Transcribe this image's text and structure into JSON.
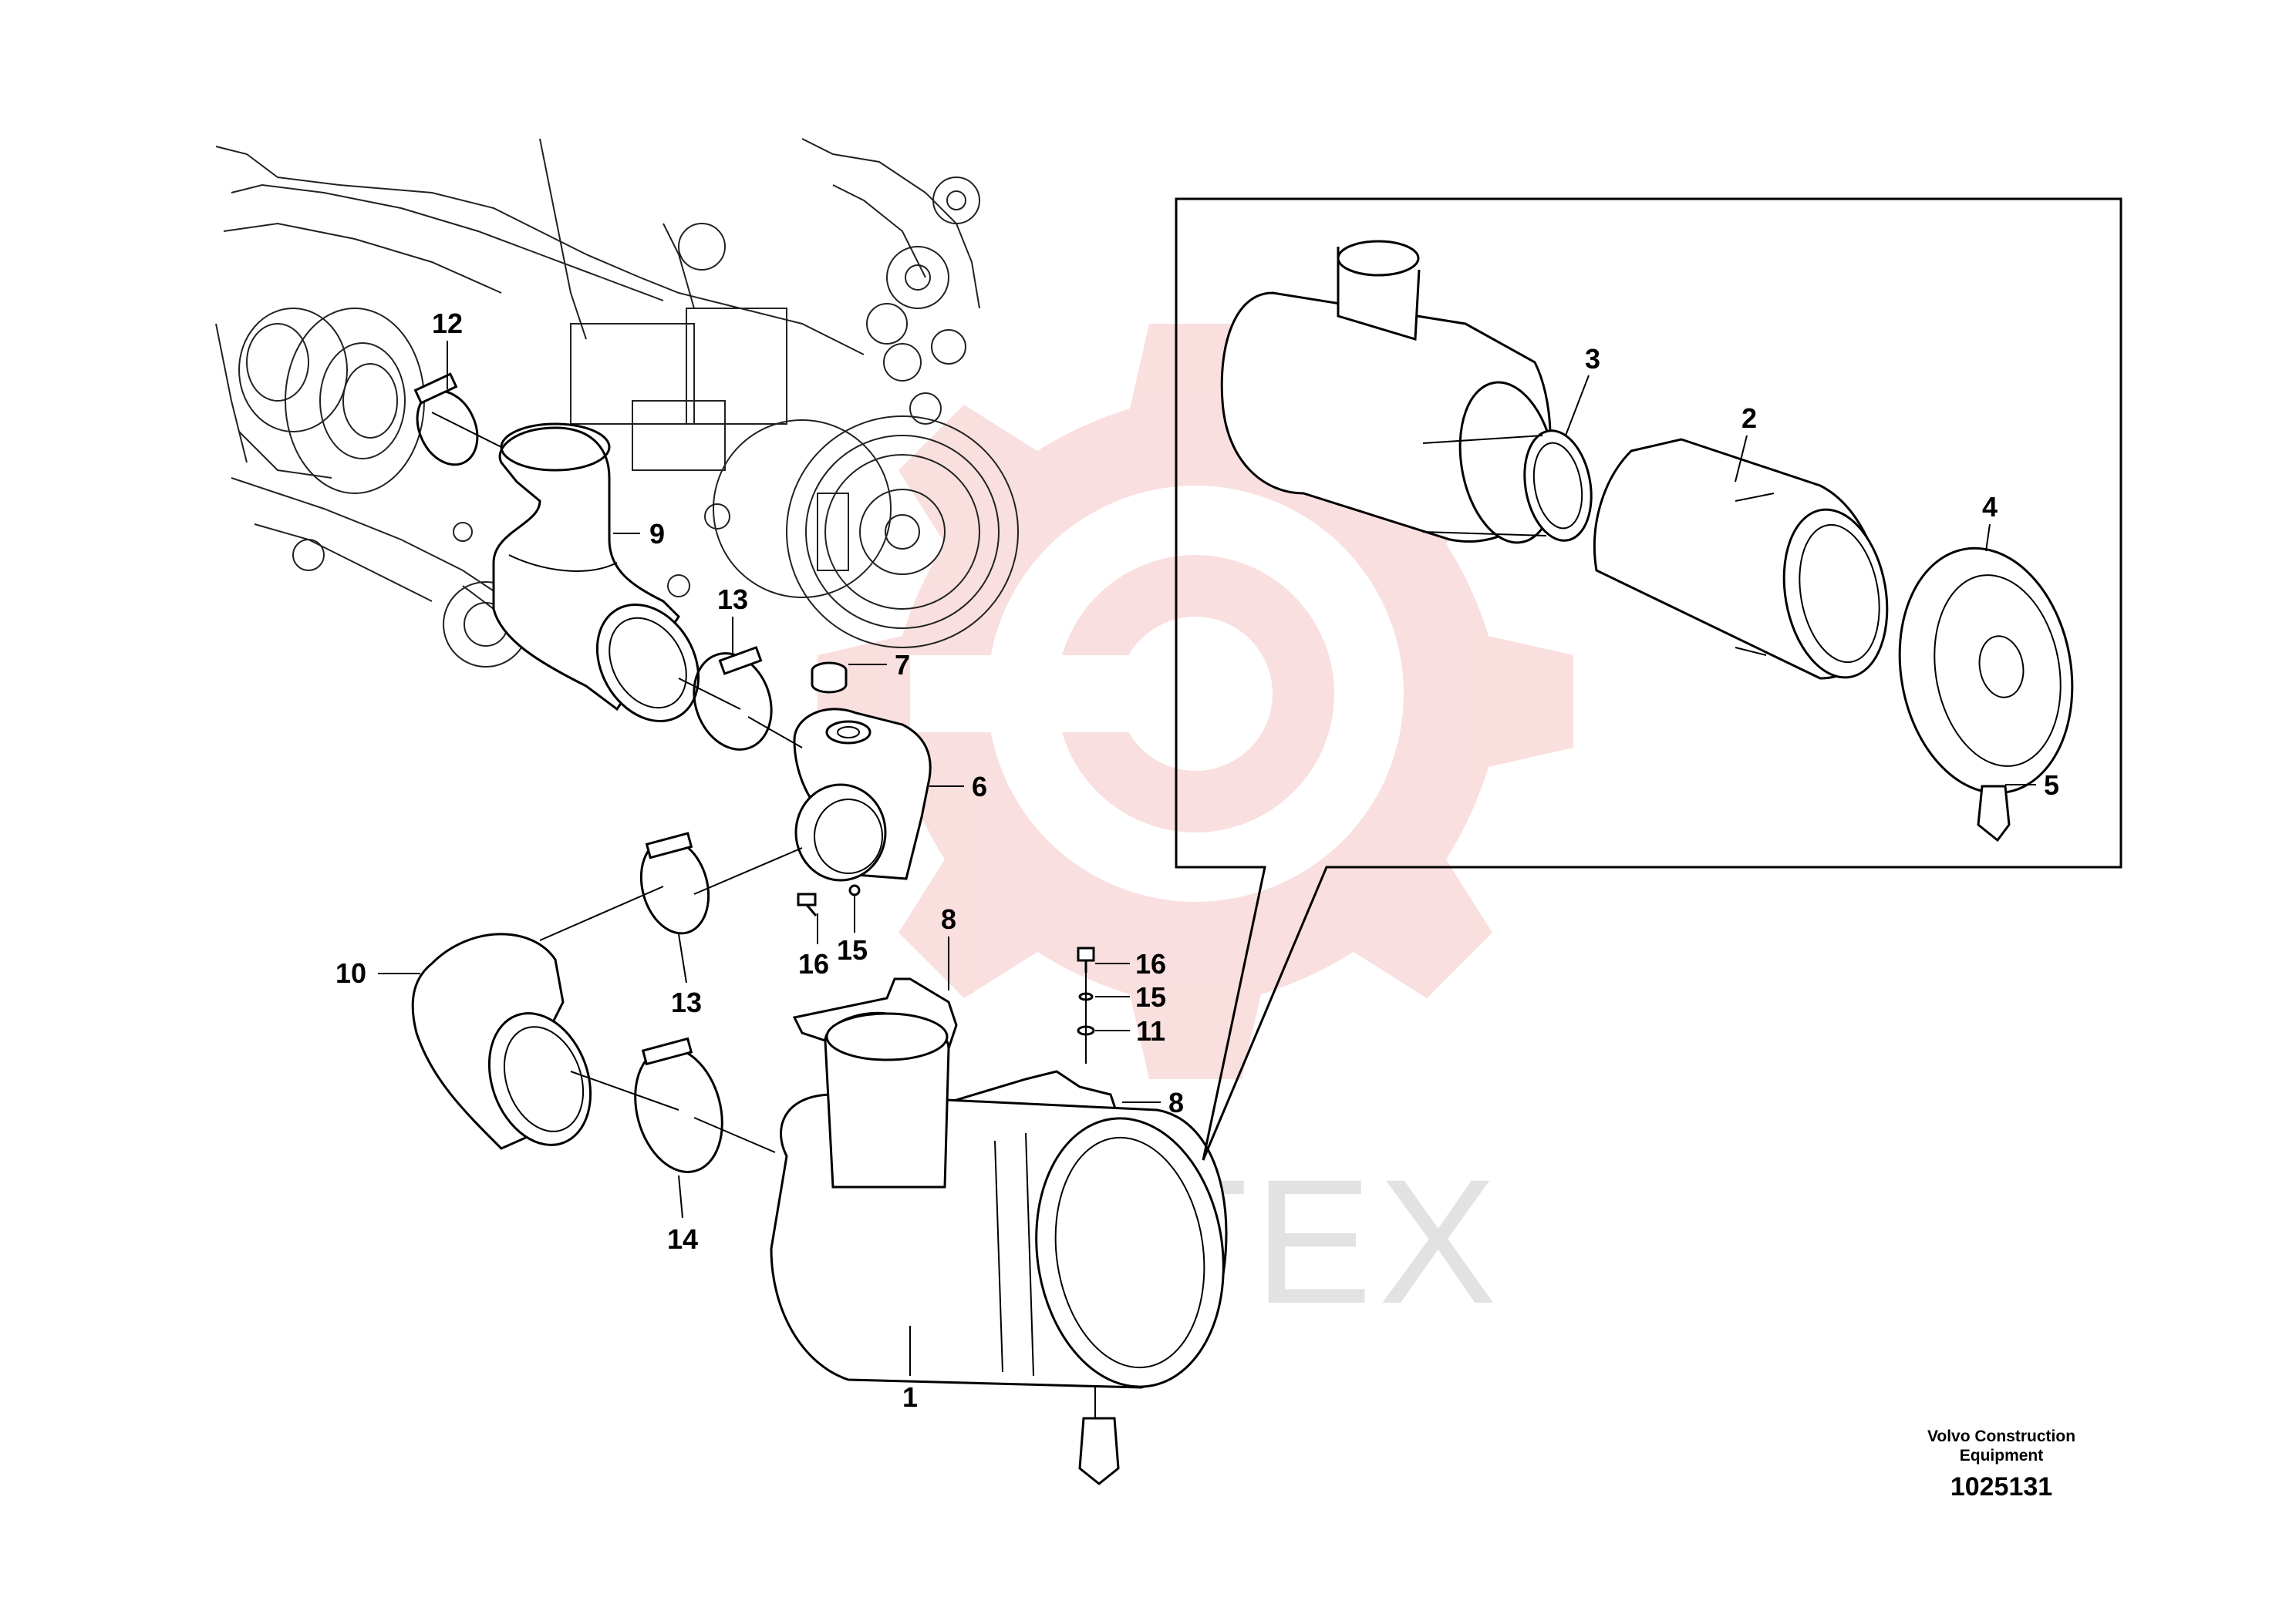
{
  "watermark": {
    "text": "ИНТЕХ",
    "gear_color": "#f3b9b9"
  },
  "credit": {
    "line1": "Volvo Construction",
    "line2": "Equipment",
    "number": "1025131"
  },
  "callouts": [
    {
      "id": "c12",
      "label": "12"
    },
    {
      "id": "c9",
      "label": "9"
    },
    {
      "id": "c13a",
      "label": "13"
    },
    {
      "id": "c7",
      "label": "7"
    },
    {
      "id": "c6",
      "label": "6"
    },
    {
      "id": "c16a",
      "label": "16"
    },
    {
      "id": "c15a",
      "label": "15"
    },
    {
      "id": "c13b",
      "label": "13"
    },
    {
      "id": "c10",
      "label": "10"
    },
    {
      "id": "c8a",
      "label": "8"
    },
    {
      "id": "c16b",
      "label": "16"
    },
    {
      "id": "c15b",
      "label": "15"
    },
    {
      "id": "c11",
      "label": "11"
    },
    {
      "id": "c8b",
      "label": "8"
    },
    {
      "id": "c14",
      "label": "14"
    },
    {
      "id": "c1",
      "label": "1"
    },
    {
      "id": "c3",
      "label": "3"
    },
    {
      "id": "c2",
      "label": "2"
    },
    {
      "id": "c4",
      "label": "4"
    },
    {
      "id": "c5",
      "label": "5"
    }
  ]
}
